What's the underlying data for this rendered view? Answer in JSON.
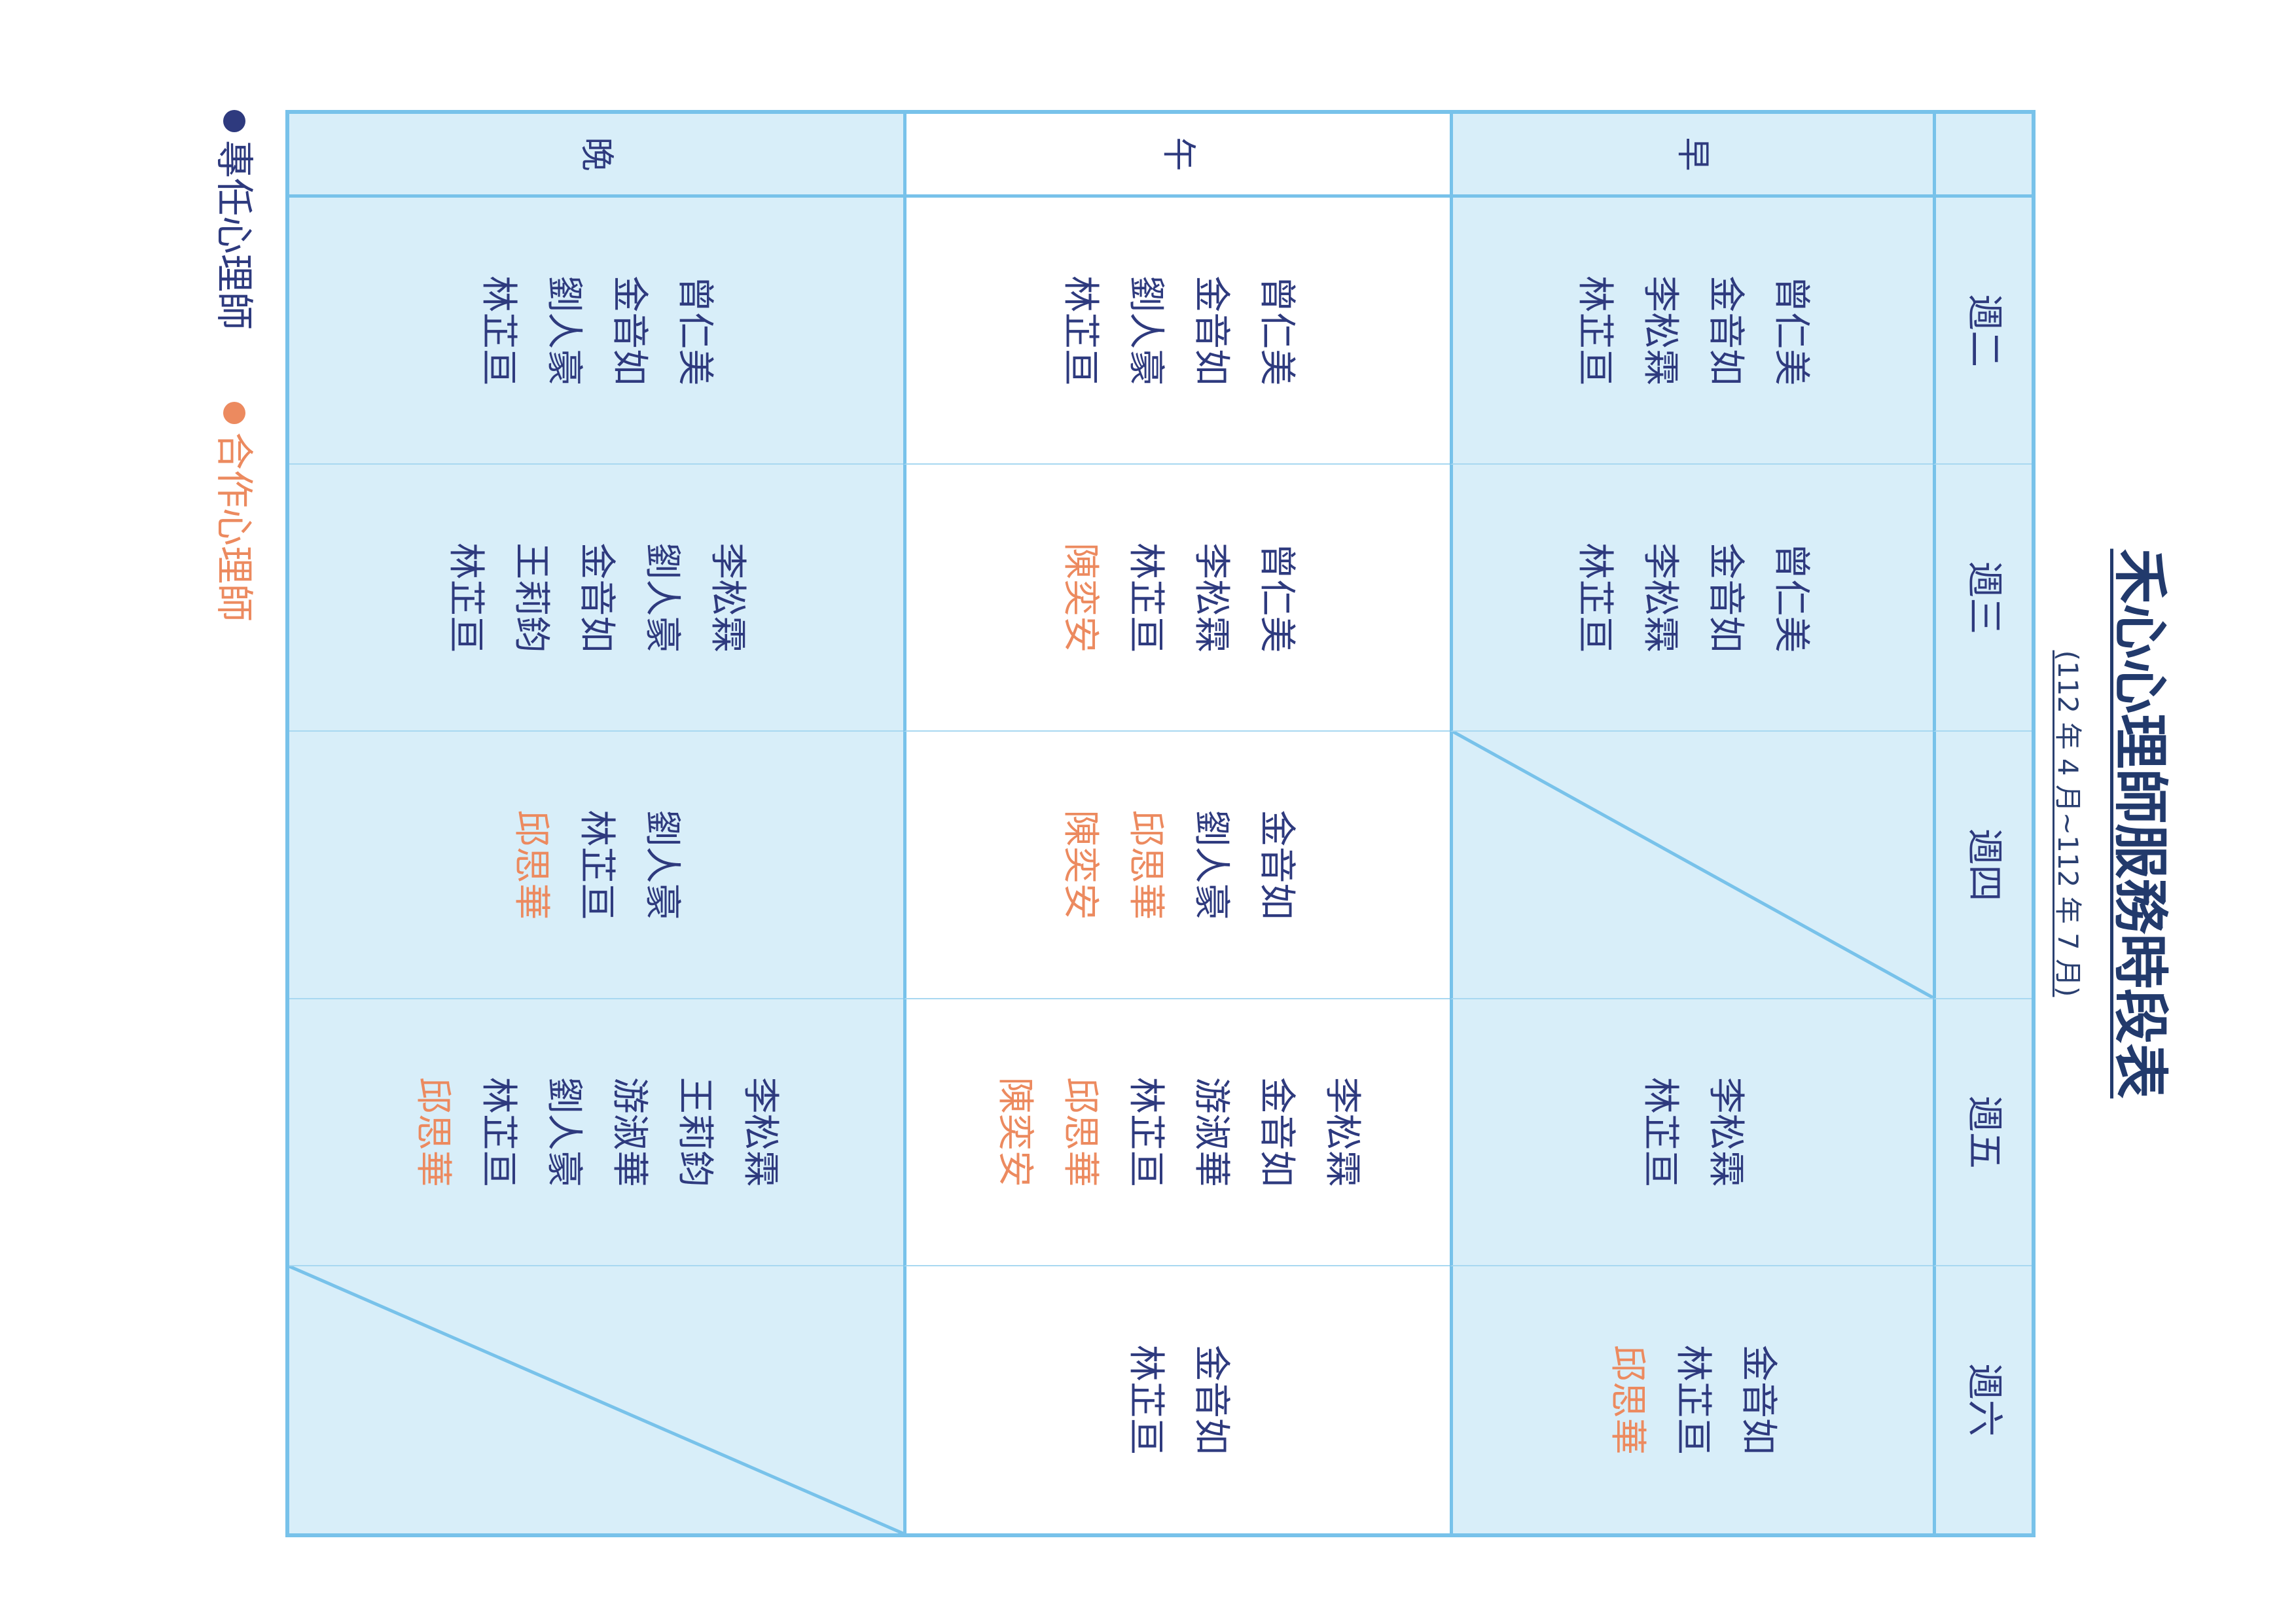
{
  "title": "禾心心理師服務時段表",
  "subtitle": "(112 年 4 月~112 年 7 月)",
  "colors": {
    "title": "#223a6c",
    "subtitle": "#2a3f70",
    "ink": "#2e3a7e",
    "grid_thick": "#78c2ea",
    "grid_thin": "#a8d8f1"
  },
  "legend": [
    {
      "label": "專任心理師",
      "color": "#2e3a7e"
    },
    {
      "label": "合作心理師",
      "color": "#ec8a5f"
    }
  ],
  "schedule": {
    "header_fill": "#d8eef9",
    "days": [
      "週二",
      "週三",
      "週四",
      "週五",
      "週六"
    ],
    "rows": [
      {
        "slot": "早",
        "fill": "#d8eef9",
        "cells": [
          {
            "names": [
              {
                "name": "曾仁美",
                "legend": 0
              },
              {
                "name": "金音如",
                "legend": 0
              },
              {
                "name": "李松霖",
                "legend": 0
              },
              {
                "name": "林芷亘",
                "legend": 0
              }
            ]
          },
          {
            "names": [
              {
                "name": "曾仁美",
                "legend": 0
              },
              {
                "name": "金音如",
                "legend": 0
              },
              {
                "name": "李松霖",
                "legend": 0
              },
              {
                "name": "林芷亘",
                "legend": 0
              }
            ]
          },
          {
            "slash": true,
            "names": []
          },
          {
            "names": [
              {
                "name": "李松霖",
                "legend": 0
              },
              {
                "name": "林芷亘",
                "legend": 0
              }
            ]
          },
          {
            "names": [
              {
                "name": "金音如",
                "legend": 0
              },
              {
                "name": "林芷亘",
                "legend": 0
              },
              {
                "name": "邱思華",
                "legend": 1
              }
            ]
          }
        ]
      },
      {
        "slot": "午",
        "fill": "#ffffff",
        "cells": [
          {
            "names": [
              {
                "name": "曾仁美",
                "legend": 0
              },
              {
                "name": "金音如",
                "legend": 0
              },
              {
                "name": "劉人豪",
                "legend": 0
              },
              {
                "name": "林芷亘",
                "legend": 0
              }
            ]
          },
          {
            "names": [
              {
                "name": "曾仁美",
                "legend": 0
              },
              {
                "name": "李松霖",
                "legend": 0
              },
              {
                "name": "林芷亘",
                "legend": 0
              },
              {
                "name": "陳奕安",
                "legend": 1
              }
            ]
          },
          {
            "names": [
              {
                "name": "金音如",
                "legend": 0
              },
              {
                "name": "劉人豪",
                "legend": 0
              },
              {
                "name": "邱思華",
                "legend": 1
              },
              {
                "name": "陳奕安",
                "legend": 1
              }
            ]
          },
          {
            "names": [
              {
                "name": "李松霖",
                "legend": 0
              },
              {
                "name": "金音如",
                "legend": 0
              },
              {
                "name": "游淑華",
                "legend": 0
              },
              {
                "name": "林芷亘",
                "legend": 0
              },
              {
                "name": "邱思華",
                "legend": 1
              },
              {
                "name": "陳奕安",
                "legend": 1
              }
            ]
          },
          {
            "names": [
              {
                "name": "金音如",
                "legend": 0
              },
              {
                "name": "林芷亘",
                "legend": 0
              }
            ]
          }
        ]
      },
      {
        "slot": "晚",
        "fill": "#d8eef9",
        "cells": [
          {
            "names": [
              {
                "name": "曾仁美",
                "legend": 0
              },
              {
                "name": "金音如",
                "legend": 0
              },
              {
                "name": "劉人豪",
                "legend": 0
              },
              {
                "name": "林芷亘",
                "legend": 0
              }
            ]
          },
          {
            "names": [
              {
                "name": "李松霖",
                "legend": 0
              },
              {
                "name": "劉人豪",
                "legend": 0
              },
              {
                "name": "金音如",
                "legend": 0
              },
              {
                "name": "王莉鈞",
                "legend": 0
              },
              {
                "name": "林芷亘",
                "legend": 0
              }
            ]
          },
          {
            "names": [
              {
                "name": "劉人豪",
                "legend": 0
              },
              {
                "name": "林芷亘",
                "legend": 0
              },
              {
                "name": "邱思華",
                "legend": 1
              }
            ]
          },
          {
            "names": [
              {
                "name": "李松霖",
                "legend": 0
              },
              {
                "name": "王莉鈞",
                "legend": 0
              },
              {
                "name": "游淑華",
                "legend": 0
              },
              {
                "name": "劉人豪",
                "legend": 0
              },
              {
                "name": "林芷亘",
                "legend": 0
              },
              {
                "name": "邱思華",
                "legend": 1
              }
            ]
          },
          {
            "slash": true,
            "names": []
          }
        ]
      }
    ]
  }
}
